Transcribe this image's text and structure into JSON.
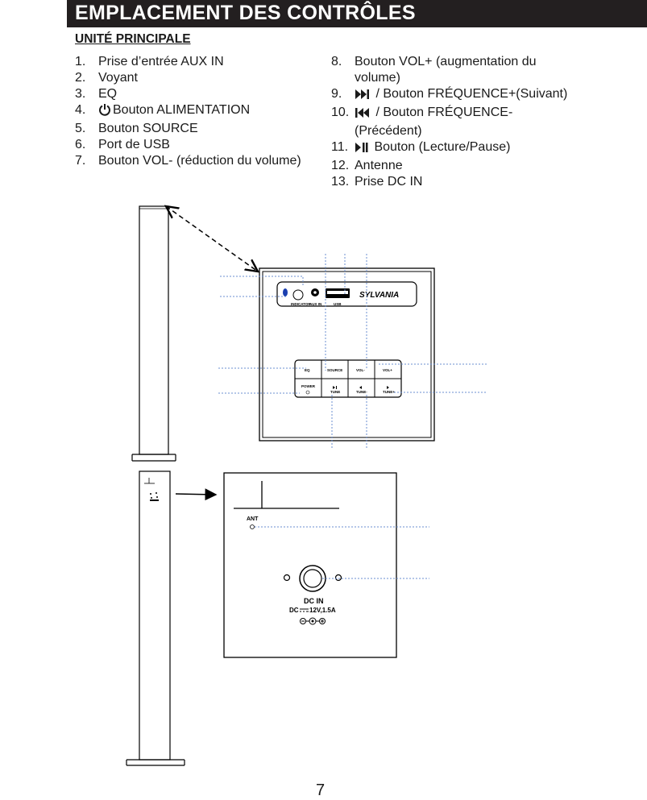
{
  "header": {
    "title": "EMPLACEMENT DES CONTRÔLES"
  },
  "section": {
    "title": "UNITÉ PRINCIPALE"
  },
  "left_items": [
    {
      "num": "1.",
      "text": "Prise d’entrée AUX IN"
    },
    {
      "num": "2.",
      "text": "Voyant"
    },
    {
      "num": "3.",
      "text": "EQ"
    },
    {
      "num": "4.",
      "text": "Bouton ALIMENTATION",
      "icon": "power-icon"
    },
    {
      "num": "5.",
      "text": "Bouton SOURCE"
    },
    {
      "num": "6.",
      "text": "Port de USB"
    },
    {
      "num": "7.",
      "text": "Bouton VOL- (réduction du volume)"
    }
  ],
  "right_items": [
    {
      "num": "8.",
      "text": "Bouton VOL+ (augmentation du volume)"
    },
    {
      "num": "9.",
      "text": " / Bouton FRÉQUENCE+(Suivant)",
      "icon": "next-track-icon"
    },
    {
      "num": "10.",
      "text": " / Bouton FRÉQUENCE-(Précédent)",
      "icon": "previous-track-icon"
    },
    {
      "num": "11.",
      "text": " Bouton (Lecture/Pause)",
      "icon": "play-pause-icon"
    },
    {
      "num": "12.",
      "text": "Antenne"
    },
    {
      "num": "13.",
      "text": "Prise DC IN"
    }
  ],
  "diagram": {
    "brand": "SYLVANIA",
    "labels": {
      "indicator": "INDICATOR",
      "aux_in": "AUX IN",
      "usb": "USB",
      "eq": "EQ",
      "source": "SOURCE",
      "vol_minus": "VOL-",
      "vol_plus": "VOL+",
      "power": "POWER",
      "tune": "TUNE",
      "tune_minus": "TUNE-",
      "tune_plus": "TUNE+",
      "ant": "ANT",
      "dc_in": "DC IN",
      "dc_spec_prefix": "DC",
      "dc_spec_value": "12V,1.5A"
    }
  },
  "footer": {
    "page_number": "7"
  },
  "colors": {
    "title_bar": "#231f20",
    "leader_line": "#6b8fd0",
    "indicator": "#1a3fb0"
  }
}
